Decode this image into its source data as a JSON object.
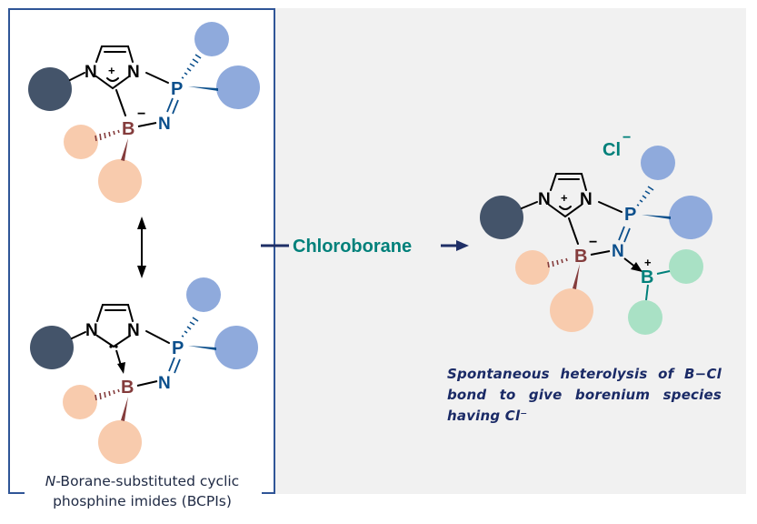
{
  "figure": {
    "left_panel": {
      "caption_italic_prefix": "N",
      "caption_line1_rest": "-Borane-substituted cyclic",
      "caption_line2": "phosphine imides (BCPIs)",
      "resonance_arrow": "double-headed-arrow",
      "structure_top": {
        "atoms": {
          "n1": "N",
          "n2": "N",
          "plus": "+",
          "p": "P",
          "n_imide": "N",
          "b": "B",
          "b_charge": "−"
        },
        "description": "zwitterionic form (imidazolium / borate)"
      },
      "structure_bottom": {
        "atoms": {
          "n1": "N",
          "n2": "N",
          "carbene_lone_pair": "··",
          "p": "P",
          "n_imide": "N",
          "b": "B"
        },
        "description": "dative carbene→B form"
      }
    },
    "reaction": {
      "reagent_label": "Chloroborane"
    },
    "right_panel": {
      "counter_ion": "Cl",
      "counter_ion_charge": "−",
      "atoms": {
        "n1": "N",
        "n2": "N",
        "plus": "+",
        "p": "P",
        "n_imide": "N",
        "b": "B",
        "b_charge": "−",
        "b_plus": "B",
        "b_plus_charge": "+"
      },
      "description_lines": [
        "Spontaneous heterolysis of B−Cl",
        "bond to give borenium species",
        "having Cl⁻"
      ]
    },
    "colors": {
      "frame": "#2f5597",
      "panel_bg": "#f1f1f1",
      "substituent_dark": "#44546a",
      "substituent_blue": "#8faadc",
      "substituent_peach": "#f8cbad",
      "substituent_green": "#a9e1c5",
      "boron_red": "#843c3c",
      "phosphorus_blue": "#0b4f8c",
      "teal": "#00807a",
      "arrow_navy": "#1f2f66"
    }
  }
}
